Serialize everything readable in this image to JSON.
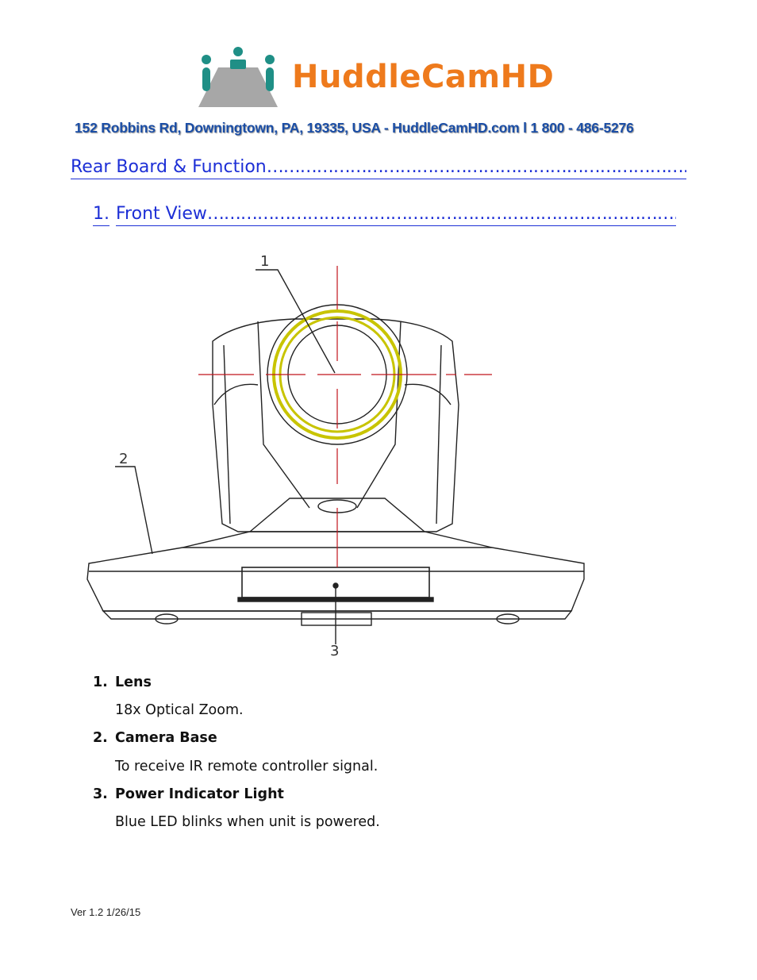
{
  "header": {
    "brand": "HuddleCamHD",
    "address": "152 Robbins Rd, Downingtown, PA, 19335, USA - HuddleCamHD.com l 1 800 - 486-5276"
  },
  "section": {
    "title": "Rear Board & Function",
    "leader": "……………………………………………………………………..",
    "sub_number": "1.",
    "sub_title": "Front View",
    "sub_leader": "………………………………………………………………………………..",
    "callouts": [
      "1",
      "2",
      "3"
    ]
  },
  "items": [
    {
      "number": "1.",
      "title": "Lens",
      "desc": "18x Optical Zoom."
    },
    {
      "number": "2.",
      "title": "Camera Base",
      "desc": "To receive IR remote controller signal."
    },
    {
      "number": "3.",
      "title": "Power Indicator Light",
      "desc": "Blue LED blinks when unit is powered."
    }
  ],
  "footer": {
    "version": "Ver 1.2 1/26/15"
  },
  "colors": {
    "brand_orange": "#ee7a1c",
    "brand_teal": "#1f8f86",
    "link_blue": "#1d2fd6",
    "address_blue": "#1b4ea6"
  }
}
